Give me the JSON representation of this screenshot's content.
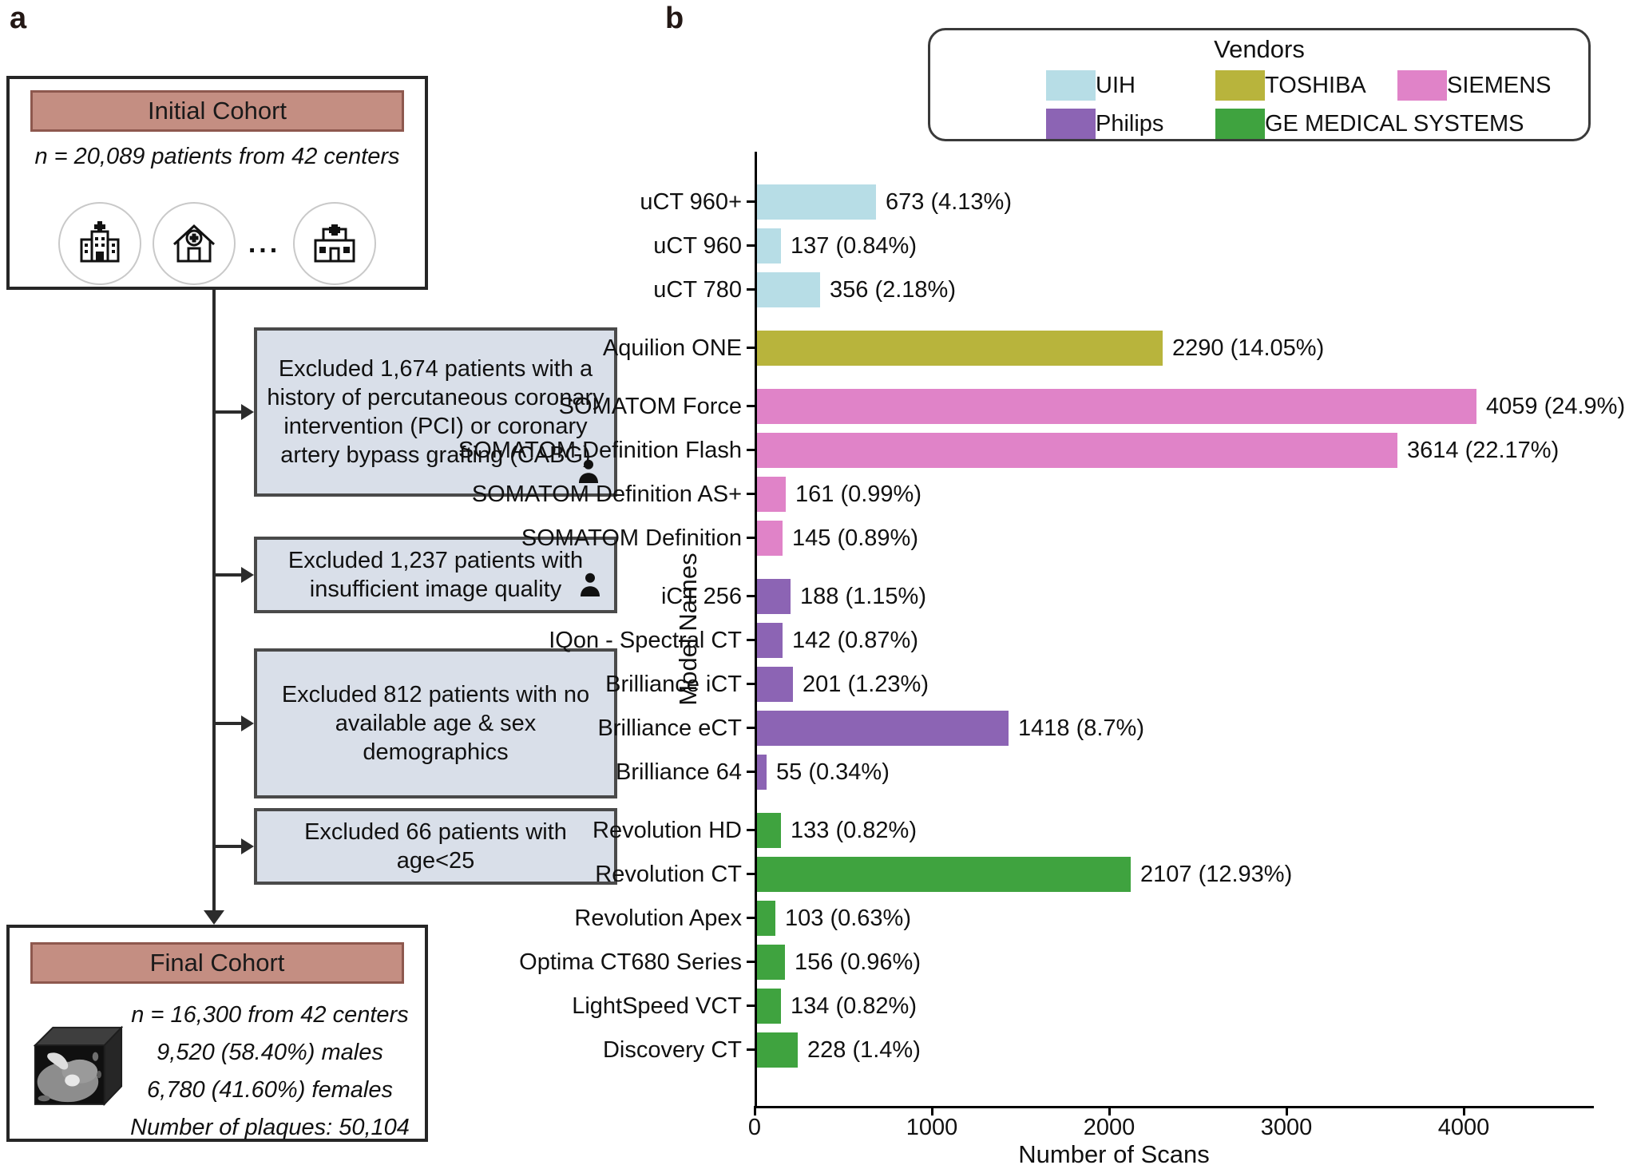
{
  "panel_a": {
    "label": "a",
    "initial_cohort": {
      "title": "Initial Cohort",
      "subtitle": "n = 20,089 patients from 42 centers",
      "ellipsis": "..."
    },
    "exclusions": [
      {
        "text": "Excluded 1,674 patients with a history of percutaneous coronary intervention (PCI) or coronary artery bypass grafting (CABG)",
        "person_icon": true
      },
      {
        "text": "Excluded 1,237 patients with insufficient image quality",
        "person_icon": true
      },
      {
        "text": "Excluded 812 patients with no available age & sex demographics",
        "person_icon": false
      },
      {
        "text": "Excluded 66 patients with age<25",
        "person_icon": false
      }
    ],
    "final_cohort": {
      "title": "Final Cohort",
      "lines": [
        "n = 16,300 from 42 centers",
        "9,520 (58.40%) males",
        "6,780 (41.60%) females",
        "Number of plaques: 50,104"
      ]
    }
  },
  "panel_b": {
    "label": "b",
    "legend": {
      "title": "Vendors",
      "entries": [
        {
          "name": "UIH",
          "color": "#b7dde6"
        },
        {
          "name": "TOSHIBA",
          "color": "#b8b43c"
        },
        {
          "name": "SIEMENS",
          "color": "#e083c8"
        },
        {
          "name": "Philips",
          "color": "#8c64b4"
        },
        {
          "name": "GE MEDICAL SYSTEMS",
          "color": "#3fa33f"
        }
      ]
    }
  },
  "chart_data": {
    "type": "bar",
    "orientation": "horizontal",
    "title": "",
    "xlabel": "Number of Scans",
    "ylabel": "Model Names",
    "xlim": [
      0,
      4700
    ],
    "xticks": [
      0,
      1000,
      2000,
      3000,
      4000
    ],
    "grid": false,
    "legend_position": "top-right",
    "bars": [
      {
        "model": "uCT 960+",
        "value": 673,
        "label": "673 (4.13%)",
        "vendor": "UIH"
      },
      {
        "model": "uCT 960",
        "value": 137,
        "label": "137 (0.84%)",
        "vendor": "UIH"
      },
      {
        "model": "uCT 780",
        "value": 356,
        "label": "356 (2.18%)",
        "vendor": "UIH"
      },
      {
        "model": "Aquilion ONE",
        "value": 2290,
        "label": "2290 (14.05%)",
        "vendor": "TOSHIBA"
      },
      {
        "model": "SOMATOM Force",
        "value": 4059,
        "label": "4059 (24.9%)",
        "vendor": "SIEMENS"
      },
      {
        "model": "SOMATOM Definition Flash",
        "value": 3614,
        "label": "3614 (22.17%)",
        "vendor": "SIEMENS"
      },
      {
        "model": "SOMATOM Definition AS+",
        "value": 161,
        "label": "161 (0.99%)",
        "vendor": "SIEMENS"
      },
      {
        "model": "SOMATOM Definition",
        "value": 145,
        "label": "145 (0.89%)",
        "vendor": "SIEMENS"
      },
      {
        "model": "iCT 256",
        "value": 188,
        "label": "188 (1.15%)",
        "vendor": "Philips"
      },
      {
        "model": "IQon - Spectral CT",
        "value": 142,
        "label": "142 (0.87%)",
        "vendor": "Philips"
      },
      {
        "model": "Brilliance iCT",
        "value": 201,
        "label": "201 (1.23%)",
        "vendor": "Philips"
      },
      {
        "model": "Brilliance eCT",
        "value": 1418,
        "label": "1418 (8.7%)",
        "vendor": "Philips"
      },
      {
        "model": "Brilliance 64",
        "value": 55,
        "label": "55 (0.34%)",
        "vendor": "Philips"
      },
      {
        "model": "Revolution HD",
        "value": 133,
        "label": "133 (0.82%)",
        "vendor": "GE MEDICAL SYSTEMS"
      },
      {
        "model": "Revolution CT",
        "value": 2107,
        "label": "2107 (12.93%)",
        "vendor": "GE MEDICAL SYSTEMS"
      },
      {
        "model": "Revolution Apex",
        "value": 103,
        "label": "103 (0.63%)",
        "vendor": "GE MEDICAL SYSTEMS"
      },
      {
        "model": "Optima CT680 Series",
        "value": 156,
        "label": "156 (0.96%)",
        "vendor": "GE MEDICAL SYSTEMS"
      },
      {
        "model": "LightSpeed VCT",
        "value": 134,
        "label": "134 (0.82%)",
        "vendor": "GE MEDICAL SYSTEMS"
      },
      {
        "model": "Discovery CT",
        "value": 228,
        "label": "228 (1.4%)",
        "vendor": "GE MEDICAL SYSTEMS"
      }
    ]
  }
}
